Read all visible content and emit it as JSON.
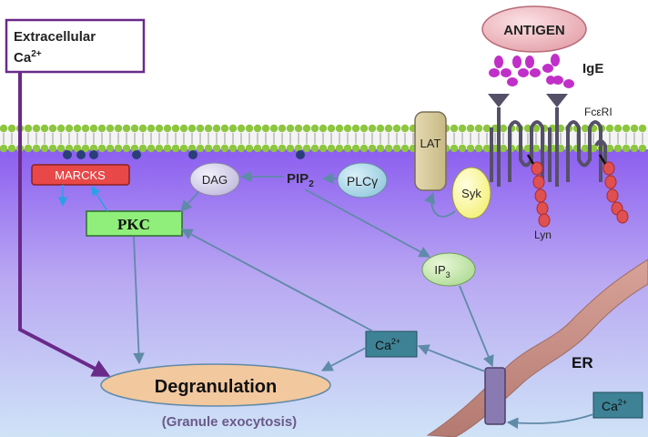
{
  "extracellular_box": {
    "line1": "Extracellular",
    "ca_base": "Ca",
    "ca_sup": "2+"
  },
  "antigen": {
    "label": "ANTIGEN"
  },
  "ige": {
    "label": "IgE"
  },
  "receptor": {
    "label": "FcεRI"
  },
  "lyn": {
    "label": "Lyn"
  },
  "lat": {
    "label": "LAT"
  },
  "syk": {
    "label": "Syk"
  },
  "plcg": {
    "label": "PLCγ"
  },
  "pip2": {
    "base": "PIP",
    "sub": "2"
  },
  "dag": {
    "label": "DAG"
  },
  "marcks": {
    "label": "MARCKS"
  },
  "pkc": {
    "label": "PKC"
  },
  "ip3": {
    "base": "IP",
    "sub": "3"
  },
  "cytosol_ca": {
    "base": "Ca",
    "sup": "2+"
  },
  "er": {
    "label": "ER"
  },
  "er_ca": {
    "base": "Ca",
    "sup": "2+"
  },
  "degranulation": {
    "label": "Degranulation",
    "sublabel": "(Granule exocytosis)"
  },
  "colors": {
    "membrane_head": "#8dc63f",
    "antigen_fill": "#e8a8b0",
    "ige": "#c030c8",
    "receptor": "#555068",
    "lyn": "#d84848",
    "arrow": "#5f8aa8",
    "pkc_fill": "#90ee7a",
    "marcks_fill": "#e84848",
    "degranulation_fill": "#f2c89e",
    "er_band": "#c88c84",
    "box_border": "#6a2a8a"
  }
}
